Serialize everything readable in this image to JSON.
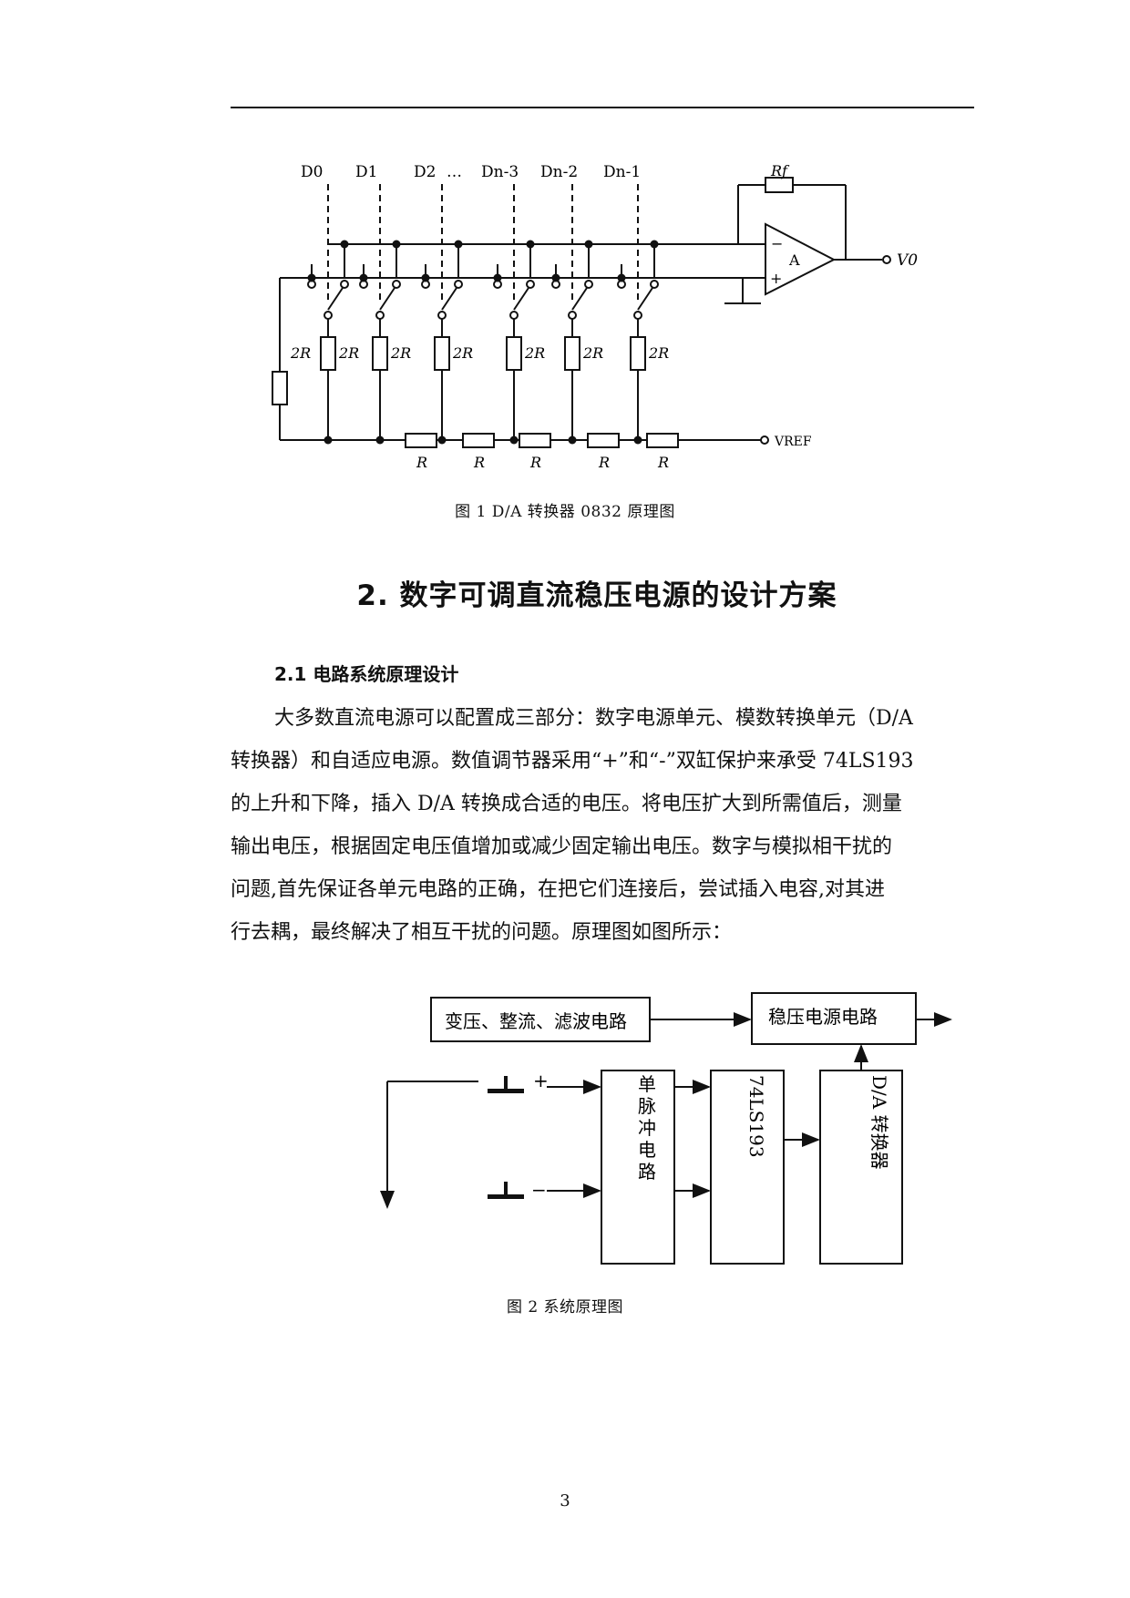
{
  "figure1": {
    "bit_labels": [
      "D0",
      "D1",
      "D2",
      "…",
      "Dn-3",
      "Dn-2",
      "Dn-1"
    ],
    "feedback_resistor": "Rf",
    "amplifier": "A",
    "minus_sign": "−",
    "plus_sign": "+",
    "output": "V0",
    "reference": "VREF",
    "rung_resistor": "2R",
    "ladder_resistor": "R",
    "caption": "图 1 D/A 转换器 0832 原理图"
  },
  "section": {
    "title": "2. 数字可调直流稳压电源的设计方案",
    "subsection": "2.1 电路系统原理设计",
    "paragraph_lines": [
      "大多数直流电源可以配置成三部分：数字电源单元、模数转换单元（D/A",
      "转换器）和自适应电源。数值调节器采用“+”和“-”双缸保护来承受 74LS193",
      "的上升和下降，插入 D/A 转换成合适的电压。将电压扩大到所需值后，测量",
      "输出电压，根据固定电压值增加或减少固定输出电压。数字与模拟相干扰的",
      "问题,首先保证各单元电路的正确，在把它们连接后，尝试插入电容,对其进",
      "行去耦，最终解决了相互干扰的问题。原理图如图所示："
    ]
  },
  "figure2": {
    "block_rectifier": "变压、整流、滤波电路",
    "block_regulator": "稳压电源电路",
    "block_pulse": "单脉冲电路",
    "block_counter": "74LS193",
    "block_dac": "D/A 转换器",
    "plus_label": "+",
    "minus_label": "−",
    "caption": "图 2 系统原理图"
  },
  "page": {
    "number": "3"
  }
}
